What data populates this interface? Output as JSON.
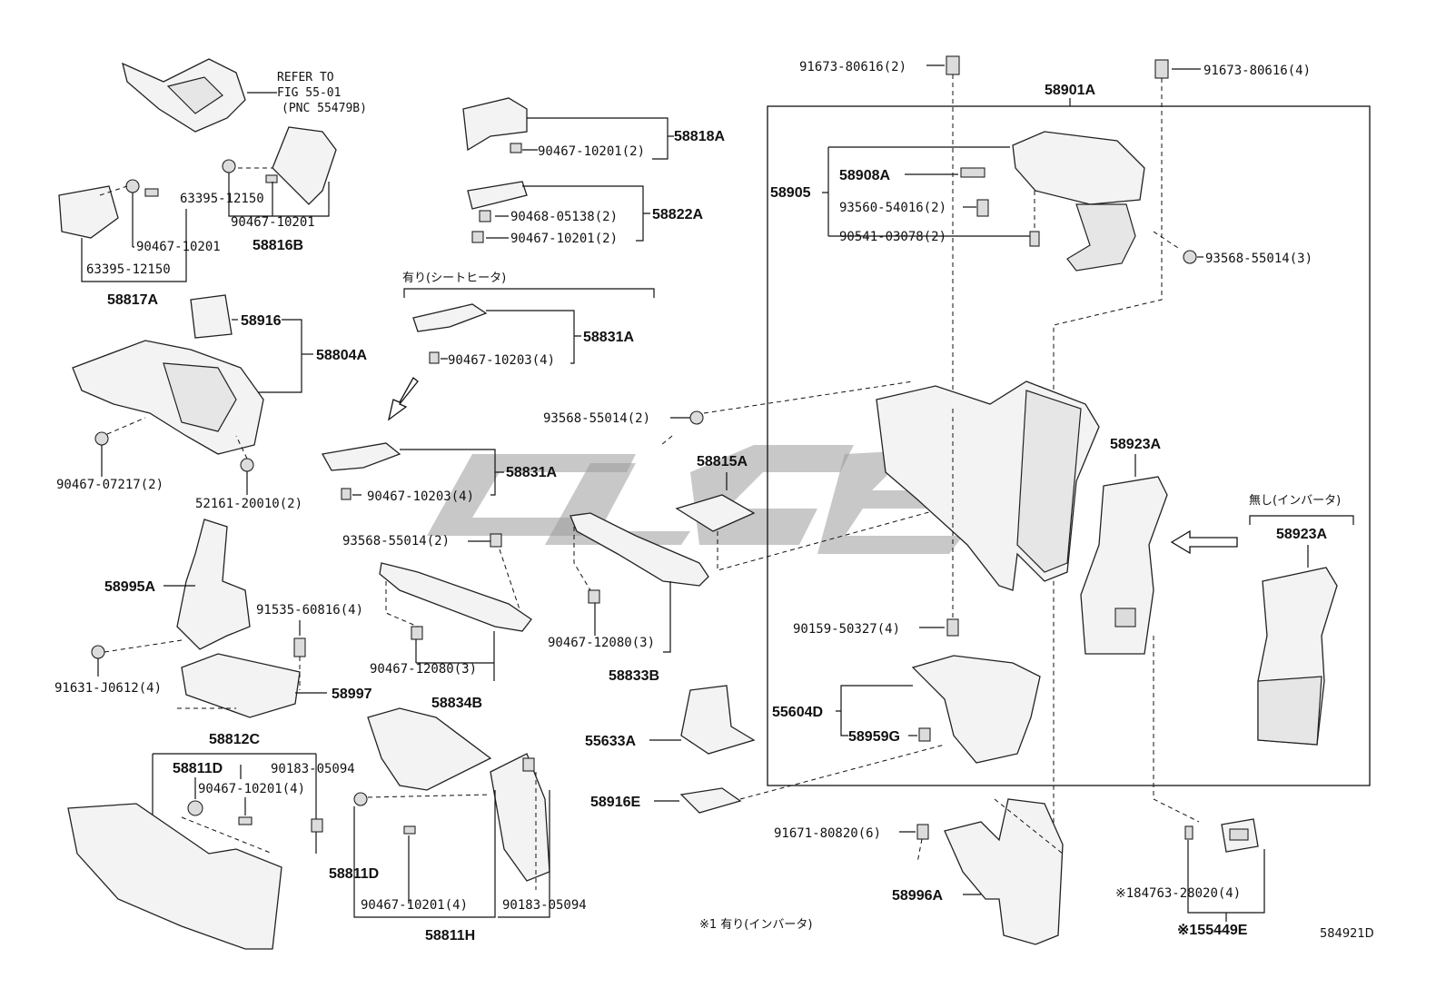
{
  "diagram_id": "584921D",
  "refer": {
    "line1": "REFER TO",
    "line2": "FIG 55-01",
    "line3": "(PNC 55479B)"
  },
  "notes": {
    "seat_heater": "有り(シートヒータ)",
    "no_inverter": "無し(インバータ)",
    "inverter_note": "※1 有り(インバータ)"
  },
  "labels": {
    "p58818A": "58818A",
    "p90467_10201_2a": "90467-10201(2)",
    "p58822A": "58822A",
    "p90468_05138": "90468-05138(2)",
    "p90467_10201_2b": "90467-10201(2)",
    "p63395_a": "63395-12150",
    "p90467_10201_a": "90467-10201",
    "p58816B": "58816B",
    "p90467_10201_b": "90467-10201",
    "p63395_b": "63395-12150",
    "p58817A": "58817A",
    "p58916": "58916",
    "p58804A": "58804A",
    "p90467_07217": "90467-07217(2)",
    "p52161": "52161-20010(2)",
    "p58831A_1": "58831A",
    "p90467_10203_a": "90467-10203(4)",
    "p58831A_2": "58831A",
    "p90467_10203_b": "90467-10203(4)",
    "p93568_a": "93568-55014(2)",
    "p93568_b": "93568-55014(2)",
    "p58815A": "58815A",
    "p58995A": "58995A",
    "p91535": "91535-60816(4)",
    "p91631": "91631-J0612(4)",
    "p58997": "58997",
    "p90467_12080_a": "90467-12080(3)",
    "p58834B": "58834B",
    "p90467_12080_b": "90467-12080(3)",
    "p58833B": "58833B",
    "p58812C": "58812C",
    "p58811D_a": "58811D",
    "p90183_a": "90183-05094",
    "p90467_10201_4a": "90467-10201(4)",
    "p58811D_b": "58811D",
    "p90467_10201_4b": "90467-10201(4)",
    "p90183_b": "90183-05094",
    "p58811H": "58811H",
    "p55633A": "55633A",
    "p58916E": "58916E",
    "p91673_a": "91673-80616(2)",
    "p91673_b": "91673-80616(4)",
    "p58901A": "58901A",
    "p58905": "58905",
    "p58908A": "58908A",
    "p93560": "93560-54016(2)",
    "p90541": "90541-03078(2)",
    "p93568_c": "93568-55014(3)",
    "p58923A_a": "58923A",
    "p58923A_b": "58923A",
    "p90159": "90159-50327(4)",
    "p55604D": "55604D",
    "p58959G": "58959G",
    "p91671": "91671-80820(6)",
    "p58996A": "58996A",
    "p184763": "※184763-28020(4)",
    "p55449E": "※155449E"
  }
}
